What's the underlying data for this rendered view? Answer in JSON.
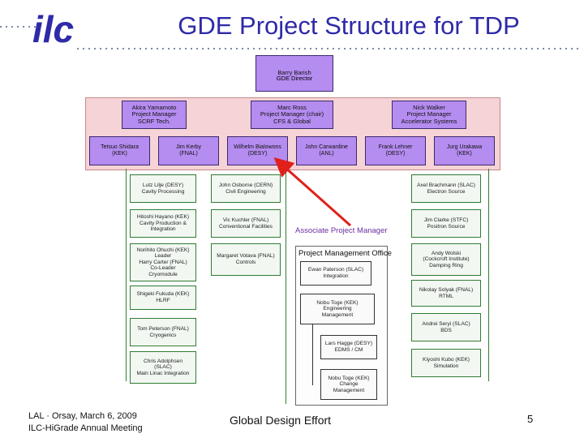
{
  "logo": "ilc",
  "title": "GDE Project Structure for TDP",
  "director": {
    "name": "Barry Barish",
    "role": "GDE Director"
  },
  "project_managers": [
    {
      "name": "Akira Yamamoto",
      "role": "Project Manager",
      "area": "SCRF Tech."
    },
    {
      "name": "Marc Ross",
      "role": "Project Manager (chair)",
      "area": "CFS & Global"
    },
    {
      "name": "Nick Walker",
      "role": "Project Manager",
      "area": "Accelerator Systems"
    }
  ],
  "associates": [
    {
      "name": "Tetsuo Shidara",
      "lab": "(KEK)"
    },
    {
      "name": "Jim Kerby",
      "lab": "(FNAL)"
    },
    {
      "name": "Wilhelm Bialowons",
      "lab": "(DESY)"
    },
    {
      "name": "John Carwardine",
      "lab": "(ANL)"
    },
    {
      "name": "Frank Lehner",
      "lab": "(DESY)"
    },
    {
      "name": "Jurg Urakawa",
      "lab": "(KEK)"
    }
  ],
  "scrf_column": [
    "Lutz Lilje (DESY)\nCavity Processing",
    "Hitoshi Hayano (KEK)\nCavity Production &\nIntegration",
    "Norihito Ohuchi (KEK)\nLeader\nHarry Carter (FNAL)\nCo-Leader\nCryomodule",
    "Shigeki Fukuda (KEK)\nHLRF",
    "Tom Peterson (FNAL)\nCryogenics",
    "Chris Adolphsen\n(SLAC)\nMain Linac Integration"
  ],
  "cfs_column": [
    "John Osborne (CERN)\nCivil Engineering",
    "Vic Kuchler (FNAL)\nConventional Facilities",
    "Margaret Votava (FNAL)\nControls"
  ],
  "acc_column": [
    "Axel Brachmann (SLAC)\nElectron Source",
    "Jim Clarke (STFC)\nPositron Source",
    "Andy Wolski\n(Cockcroft Institute)\nDamping Ring",
    "Nikolay Solyak (FNAL)\nRTML",
    "Andrei Seryi (SLAC)\nBDS",
    "Kiyoshi Kubo (KEK)\nSimulation"
  ],
  "pmo": {
    "label": "Project Management Office",
    "members": [
      "Ewan Paterson (SLAC)\nIntegration",
      "Nobu Toge (KEK)\nEngineering\nManagement",
      "Lars Hagge (DESY)\nEDMS / CM",
      "Nobu Toge (KEK)\nChange\nManagement"
    ]
  },
  "annotation": "Associate Project Manager",
  "footer": {
    "left_line1": "LAL · Orsay,  March 6,  2009",
    "left_line2": "ILC-HiGrade Annual Meeting",
    "center": "Global Design Effort",
    "page": "5"
  },
  "colors": {
    "title": "#2e2aa8",
    "box_purple": "#b58cf0",
    "arrow": "#e0201b",
    "accent_line": "#2e7d32"
  }
}
